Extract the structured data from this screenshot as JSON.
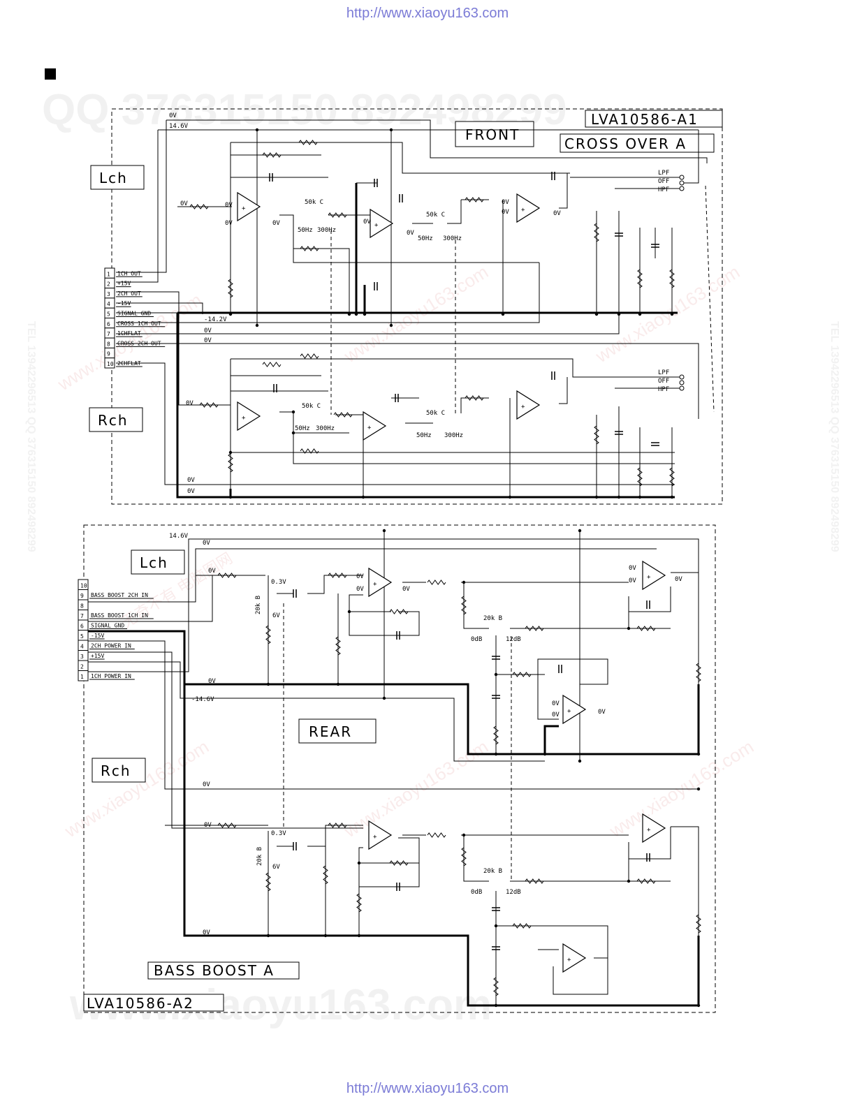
{
  "url_top": "http://www.xiaoyu163.com",
  "url_bottom": "http://www.xiaoyu163.com",
  "watermarks": {
    "qq": "QQ 376315150  892498299",
    "tel": "TEL 13942296513  QQ 376315150  892498299",
    "site": "www.xiaoyu163.com",
    "cn": "无奇不有 电脑图网"
  },
  "crossover": {
    "board_id": "LVA10586-A1",
    "title": "FRONT",
    "name": "CROSS OVER A",
    "lch": "Lch",
    "rch": "Rch",
    "connector": [
      {
        "pin": "1",
        "label": "1CH OUT"
      },
      {
        "pin": "2",
        "label": "+15V"
      },
      {
        "pin": "3",
        "label": "2CH OUT"
      },
      {
        "pin": "4",
        "label": "-15V"
      },
      {
        "pin": "5",
        "label": "SIGNAL GND"
      },
      {
        "pin": "6",
        "label": "CROSS 1CH OUT"
      },
      {
        "pin": "7",
        "label": "1CHFLAT"
      },
      {
        "pin": "8",
        "label": "CROSS 2CH OUT"
      },
      {
        "pin": "9",
        "label": ""
      },
      {
        "pin": "10",
        "label": "2CHFLAT"
      }
    ],
    "rails": {
      "v0": "0V",
      "v146": "14.6V",
      "vneg142": "-14.2V"
    },
    "pot": "50k C",
    "f50": "50Hz",
    "f300": "300Hz",
    "switch": [
      "LPF",
      "OFF",
      "HPF"
    ]
  },
  "bassboost": {
    "board_id": "LVA10586-A2",
    "title": "REAR",
    "name": "BASS BOOST A",
    "lch": "Lch",
    "rch": "Rch",
    "connector": [
      {
        "pin": "10",
        "label": ""
      },
      {
        "pin": "9",
        "label": "BASS BOOST 2CH IN"
      },
      {
        "pin": "8",
        "label": ""
      },
      {
        "pin": "7",
        "label": "BASS BOOST 1CH IN"
      },
      {
        "pin": "6",
        "label": "SIGNAL GND"
      },
      {
        "pin": "5",
        "label": "-15V"
      },
      {
        "pin": "4",
        "label": "2CH POWER IN"
      },
      {
        "pin": "3",
        "label": "+15V"
      },
      {
        "pin": "2",
        "label": ""
      },
      {
        "pin": "1",
        "label": "1CH POWER IN"
      }
    ],
    "rails": {
      "v0": "0V",
      "v146": "14.6V",
      "vneg146": "-14.6V",
      "v03": "0.3V",
      "v6": "6V"
    },
    "pot": "20k B",
    "db0": "0dB",
    "db12": "12dB"
  }
}
